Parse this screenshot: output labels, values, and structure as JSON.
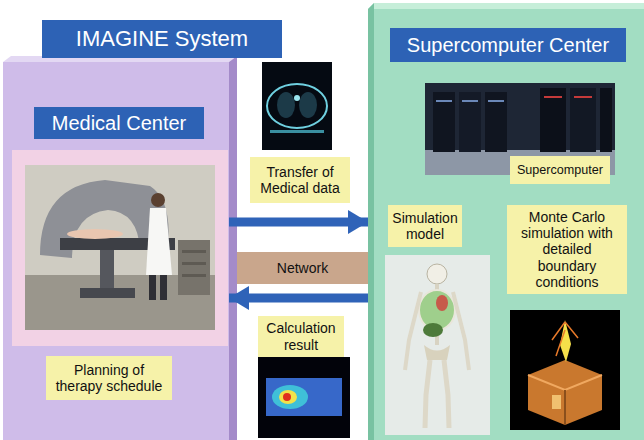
{
  "diagram": {
    "title": "IMAGINE System",
    "nodes": [
      {
        "text": [
          "Medical Center"
        ]
      },
      {
        "text": [
          "Planning of therapy schedule"
        ],
        "in": 0
      },
      {
        "text": [
          "Transfer of Medical data"
        ]
      },
      {
        "text": [
          "Network"
        ]
      },
      {
        "text": [
          "Calculation result"
        ]
      },
      {
        "text": [
          "Supercomputer Center"
        ]
      },
      {
        "text": [
          "Supercomputer"
        ],
        "in": 5
      },
      {
        "text": [
          "Simulation model"
        ],
        "in": 5
      },
      {
        "text": [
          "Monte Carlo simulation with detailed boundary conditions"
        ],
        "in": 5
      }
    ],
    "edges": [
      {
        "from": 0,
        "to": 5,
        "arrow": "to"
      },
      {
        "from": 5,
        "to": 0,
        "arrow": "to"
      }
    ]
  }
}
